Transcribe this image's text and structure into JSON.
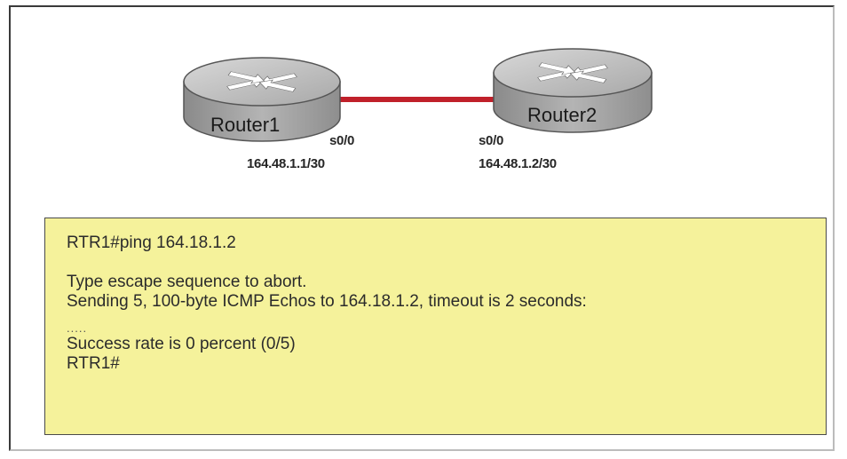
{
  "diagram": {
    "routers": [
      {
        "label": "Router1",
        "interface": "s0/0",
        "ip": "164.48.1.1/30"
      },
      {
        "label": "Router2",
        "interface": "s0/0",
        "ip": "164.48.1.2/30"
      }
    ],
    "link_color": "#c0202a",
    "router_color": "#9a9a9a"
  },
  "console": {
    "background": "#f5f29b",
    "lines": {
      "cmd": "RTR1#ping 164.18.1.2",
      "escape": "Type escape sequence to abort.",
      "sending": "Sending 5, 100-byte ICMP Echos to 164.18.1.2, timeout is 2 seconds:",
      "dots": ".....",
      "success": "Success rate is 0 percent (0/5)",
      "prompt": "RTR1#"
    }
  }
}
